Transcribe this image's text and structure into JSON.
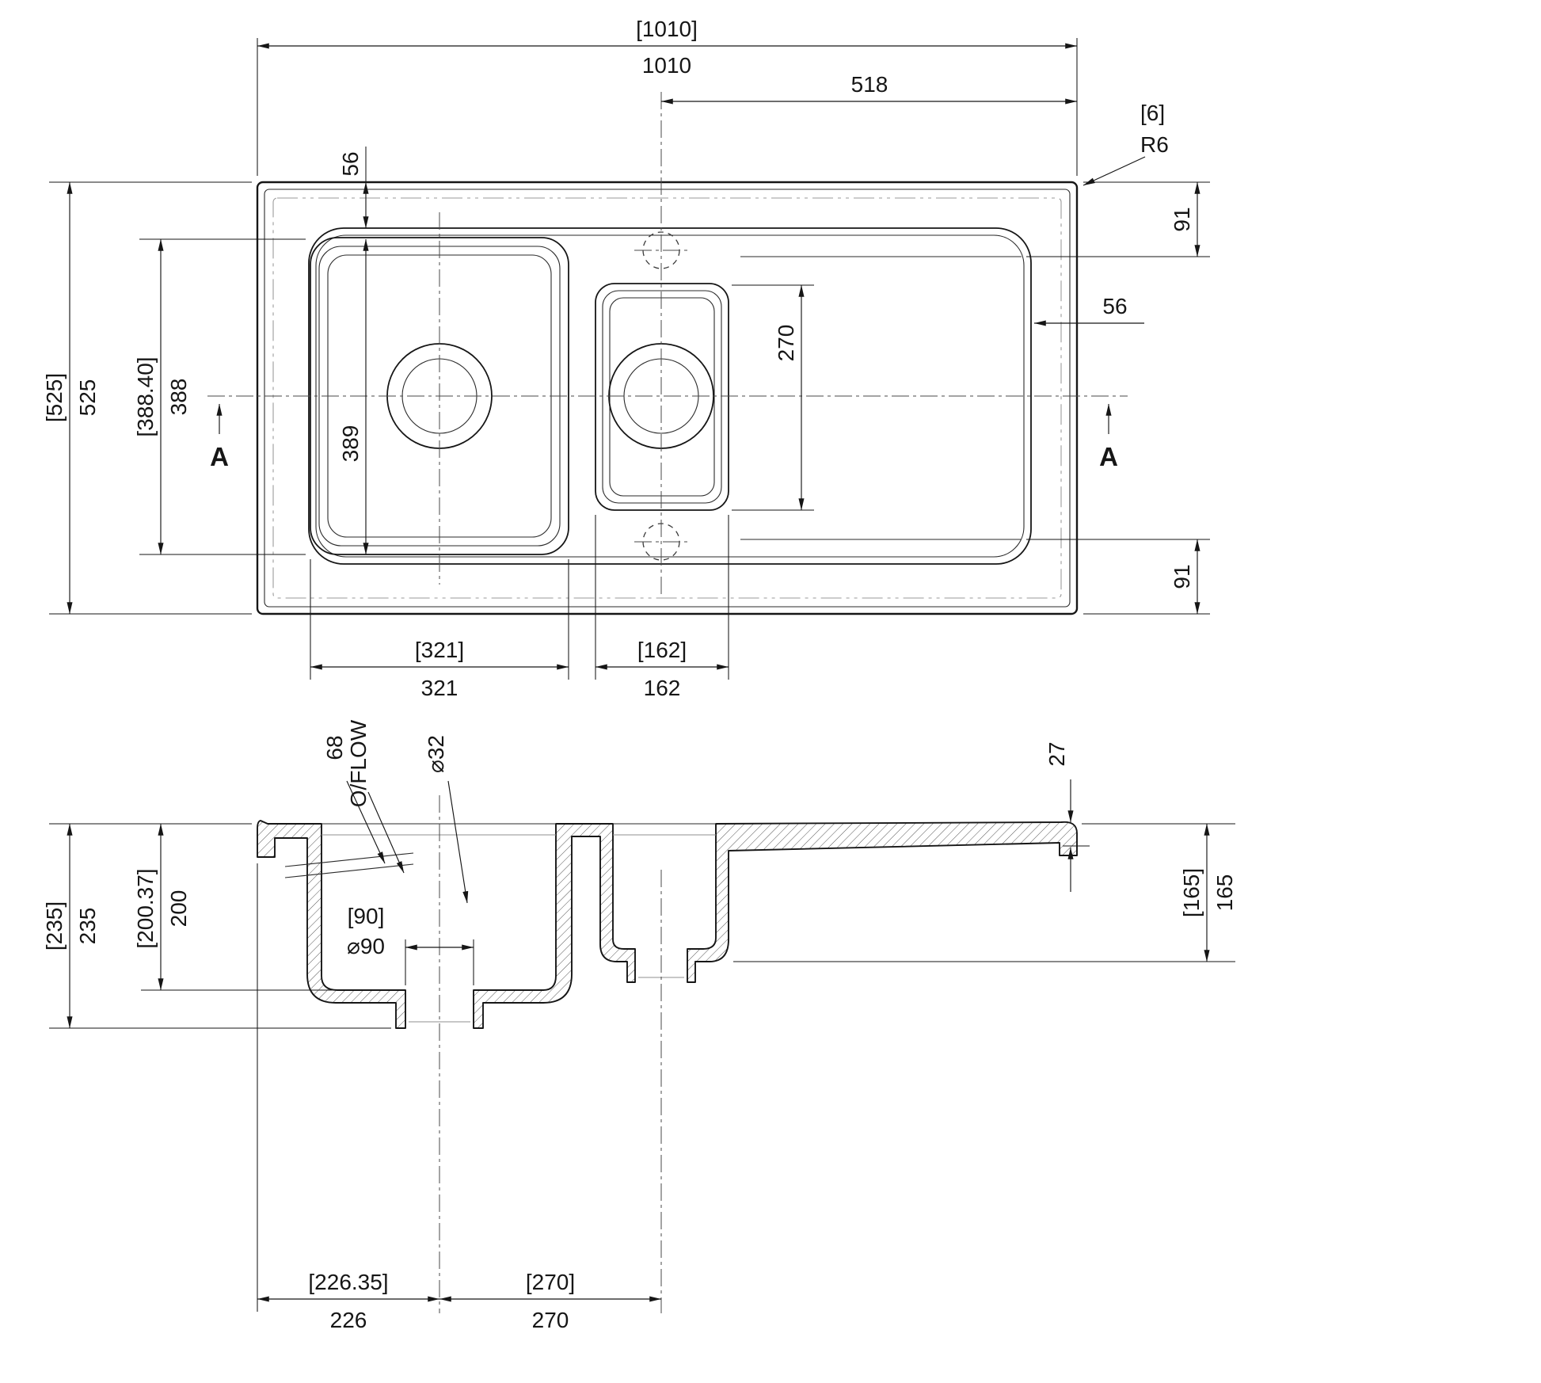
{
  "top_view": {
    "overall_width_bracket": "[1010]",
    "overall_width": "1010",
    "tap_center_to_edge": "518",
    "corner_radius_bracket": "[6]",
    "corner_radius": "R6",
    "rim_inset_top": "56",
    "rim_inset_right": "56",
    "drainer_offset_top": "91",
    "drainer_offset_bottom": "91",
    "overall_depth_bracket": "[525]",
    "overall_depth": "525",
    "bowl_length_bracket": "[388.40]",
    "bowl_length": "388",
    "bowl_inner_length": "389",
    "half_bowl_length": "270",
    "section_label_left": "A",
    "section_label_right": "A",
    "bowl_width_bracket": "[321]",
    "bowl_width": "321",
    "half_bowl_width_bracket": "[162]",
    "half_bowl_width": "162"
  },
  "side_view": {
    "overflow_height": "68",
    "overflow_label": "O/FLOW",
    "overflow_dia": "⌀32",
    "drainer_thickness": "27",
    "overall_height_bracket": "[235]",
    "overall_height": "235",
    "bowl_depth_bracket": "[200.37]",
    "bowl_depth": "200",
    "waste_dia_bracket": "[90]",
    "waste_dia": "⌀90",
    "half_bowl_depth_bracket": "[165]",
    "half_bowl_depth": "165",
    "drain_offset_bracket": "[226.35]",
    "drain_offset": "226",
    "drain_spacing_bracket": "[270]",
    "drain_spacing": "270"
  },
  "colors": {
    "line": "#161616",
    "background": "#ffffff"
  }
}
